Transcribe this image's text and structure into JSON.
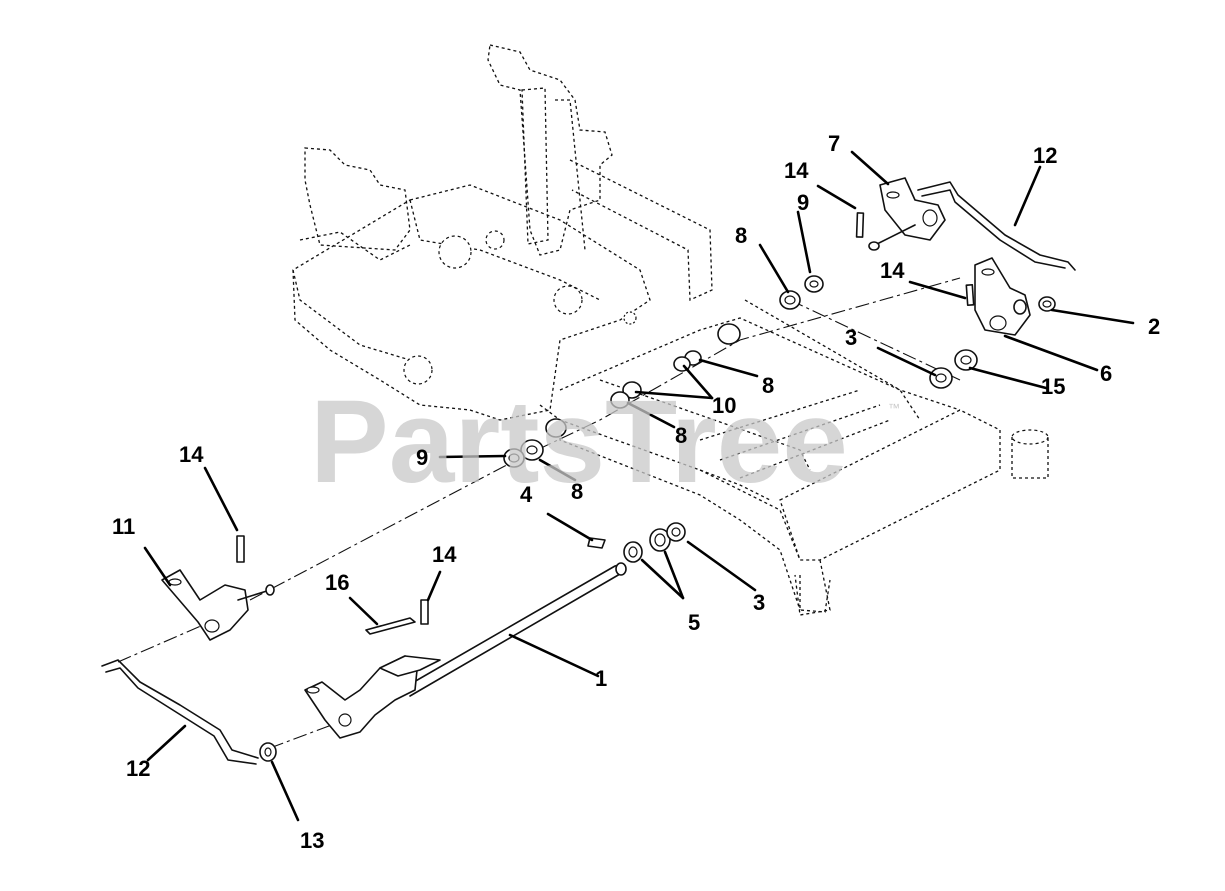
{
  "watermark": {
    "text": "PartsTree",
    "trademark": "™"
  },
  "callouts": {
    "c1": "1",
    "c2": "2",
    "c3a": "3",
    "c3b": "3",
    "c4": "4",
    "c5": "5",
    "c6": "6",
    "c7": "7",
    "c8a": "8",
    "c8b": "8",
    "c8c": "8",
    "c8d": "8",
    "c9a": "9",
    "c9b": "9",
    "c10": "10",
    "c11": "11",
    "c12a": "12",
    "c12b": "12",
    "c13": "13",
    "c14a": "14",
    "c14b": "14",
    "c14c": "14",
    "c14d": "14",
    "c15": "15",
    "c16": "16"
  }
}
